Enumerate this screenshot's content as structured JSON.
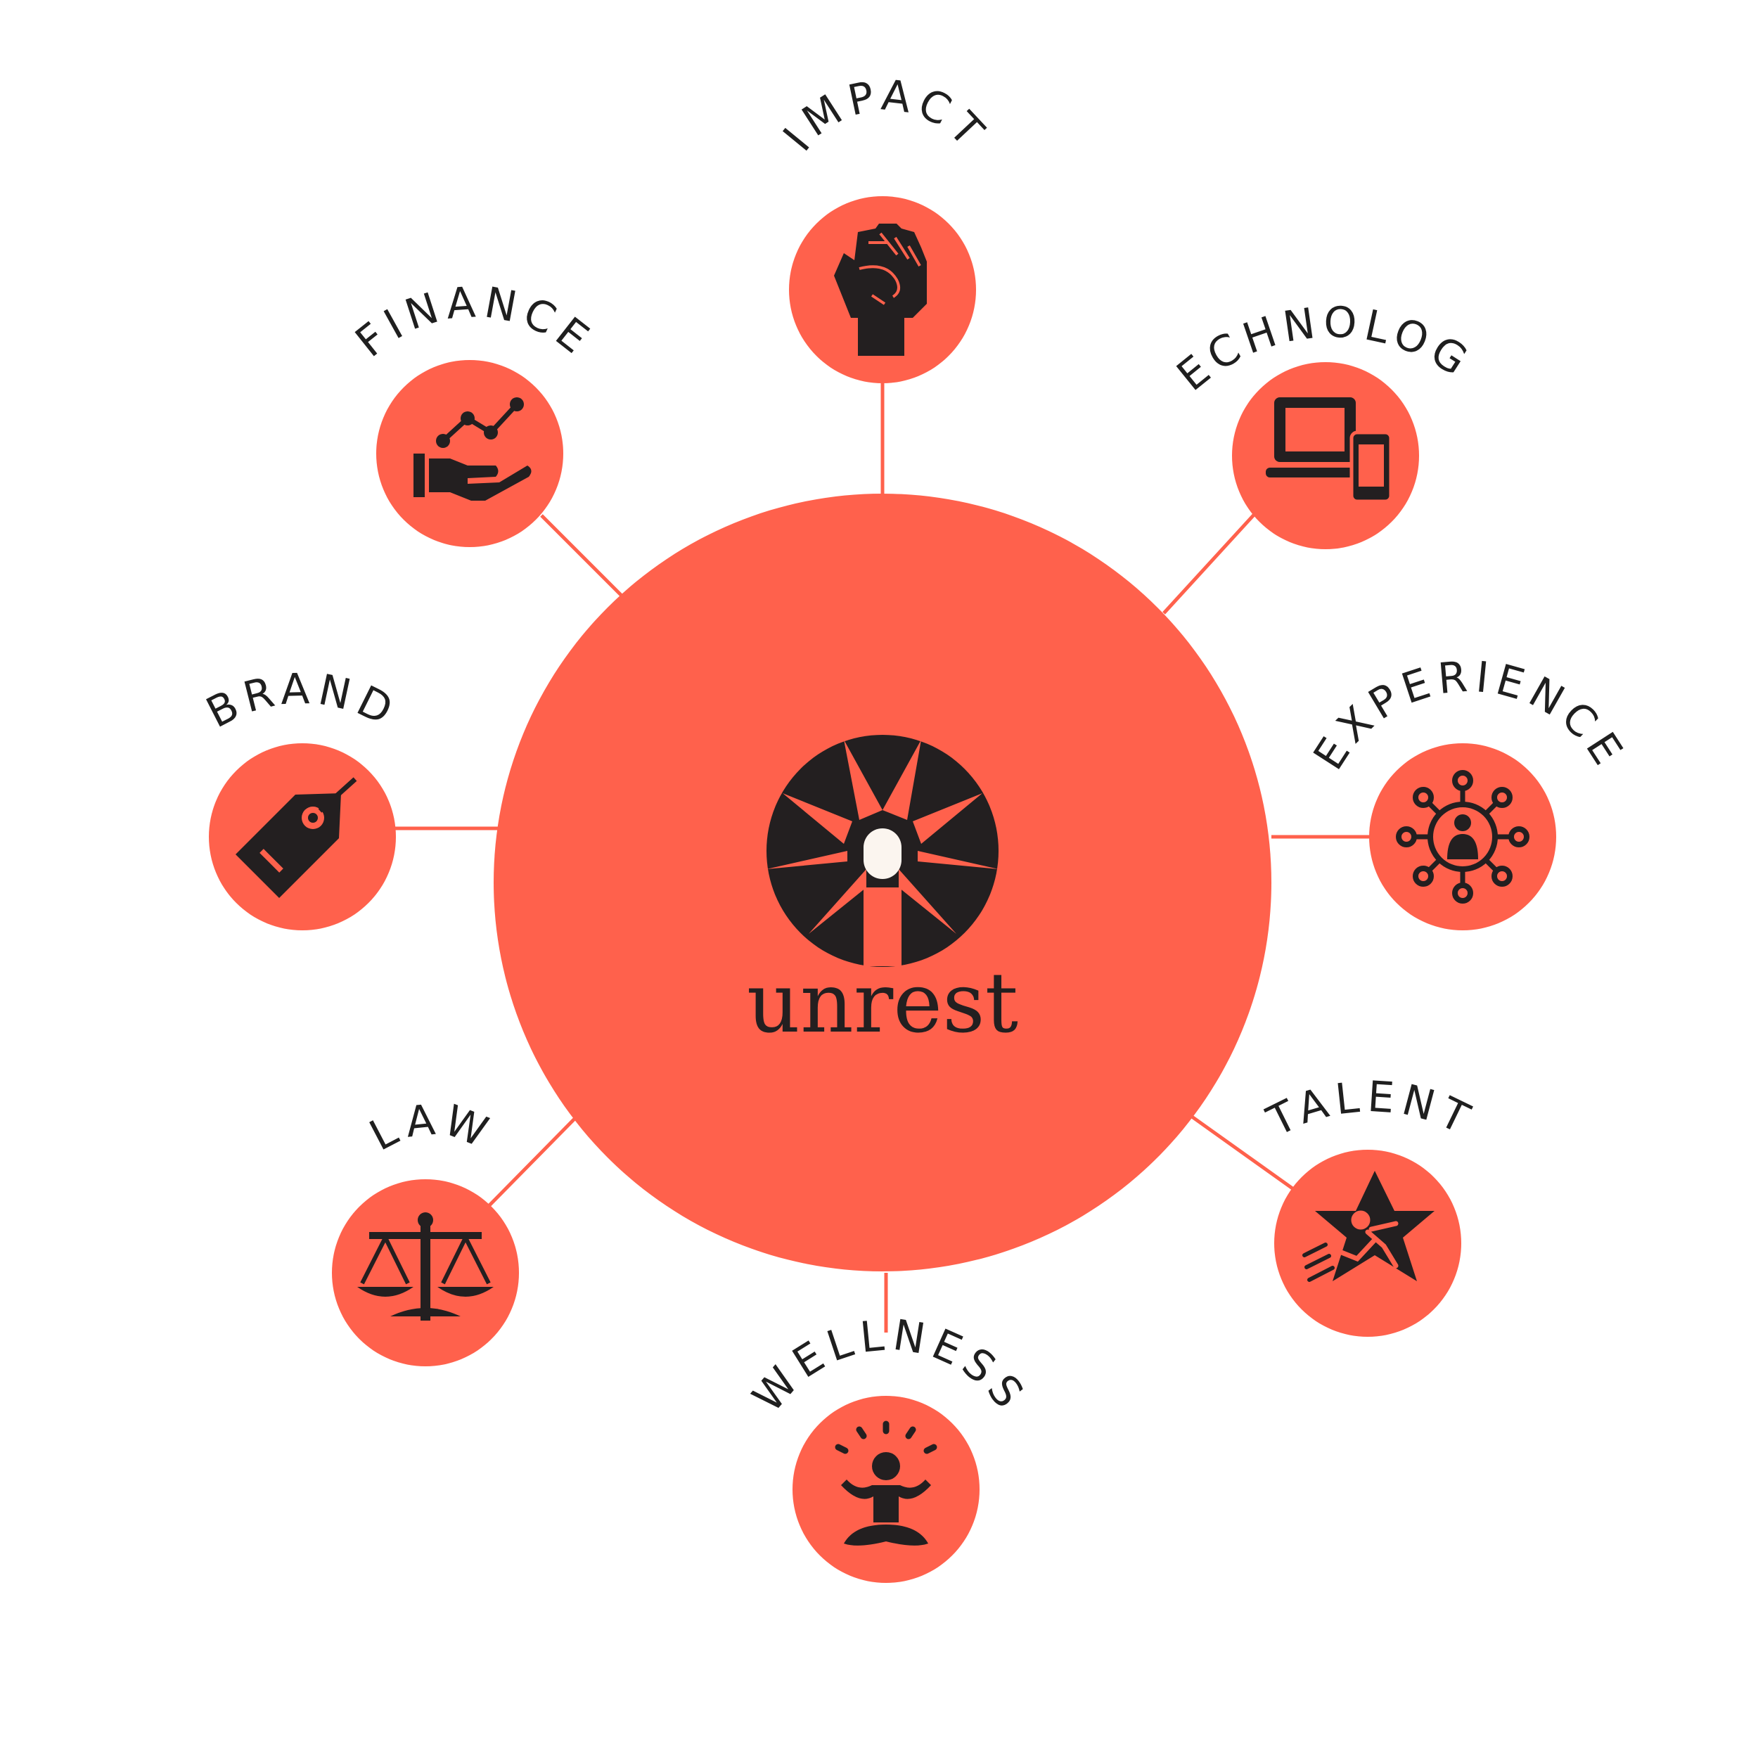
{
  "colors": {
    "accent": "#ff614c",
    "ink": "#231f20",
    "line": "#ff614c",
    "cream": "#fbf5ef",
    "background": "#ffffff"
  },
  "center": {
    "wordmark": "unrest",
    "icon": "unrest-compass-logo-icon"
  },
  "nodes": [
    {
      "id": "impact",
      "label": "IMPACT",
      "icon": "raised-fist-icon"
    },
    {
      "id": "technology",
      "label": "TECHNOLOGY",
      "icon": "laptop-phone-icon"
    },
    {
      "id": "experience",
      "label": "EXPERIENCE",
      "icon": "person-network-icon"
    },
    {
      "id": "talent",
      "label": "TALENT",
      "icon": "star-runner-icon"
    },
    {
      "id": "wellness",
      "label": "WELLNESS",
      "icon": "meditation-icon"
    },
    {
      "id": "law",
      "label": "LAW",
      "icon": "scales-of-justice-icon"
    },
    {
      "id": "brand",
      "label": "BRAND",
      "icon": "price-tag-icon"
    },
    {
      "id": "finance",
      "label": "FINANCE",
      "icon": "hand-growth-chart-icon"
    }
  ]
}
